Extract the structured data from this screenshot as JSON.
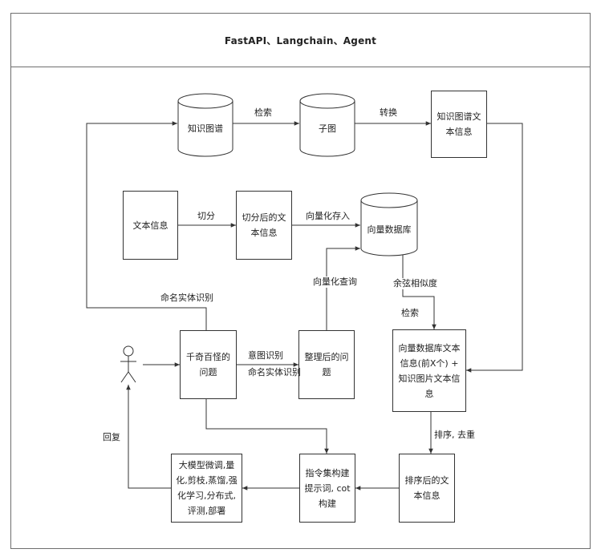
{
  "title": "FastAPI、Langchain、Agent",
  "nodes": {
    "kg": "知识图谱",
    "subgraph": "子图",
    "kg_text": "知识图谱文本信息",
    "text_info": "文本信息",
    "split_text": "切分后的文本信息",
    "vector_db": "向量数据库",
    "question": "千奇百怪的问题",
    "processed_question": "整理后的问题",
    "merged_info": "向量数据库文本信息(前X个) + 知识图片文本信息",
    "sorted_text": "排序后的文本信息",
    "instruction": "指令集构建提示词, cot构建",
    "llm_tasks": "大模型微调,量化,剪枝,蒸馏,强化学习,分布式,评测,部署"
  },
  "edges": {
    "retrieve_kg": "检索",
    "convert": "转换",
    "split": "切分",
    "vectorize_store": "向量化存入",
    "vectorize_query": "向量化查询",
    "cosine": "余弦相似度",
    "retrieve_vec": "检索",
    "ner": "命名实体识别",
    "intent": "意图识别",
    "intent_ner": "命名实体识别",
    "sort_dedup": "排序, 去重",
    "reply": "回复"
  },
  "colors": {
    "line": "#333333",
    "frame": "#6e6e6e"
  }
}
